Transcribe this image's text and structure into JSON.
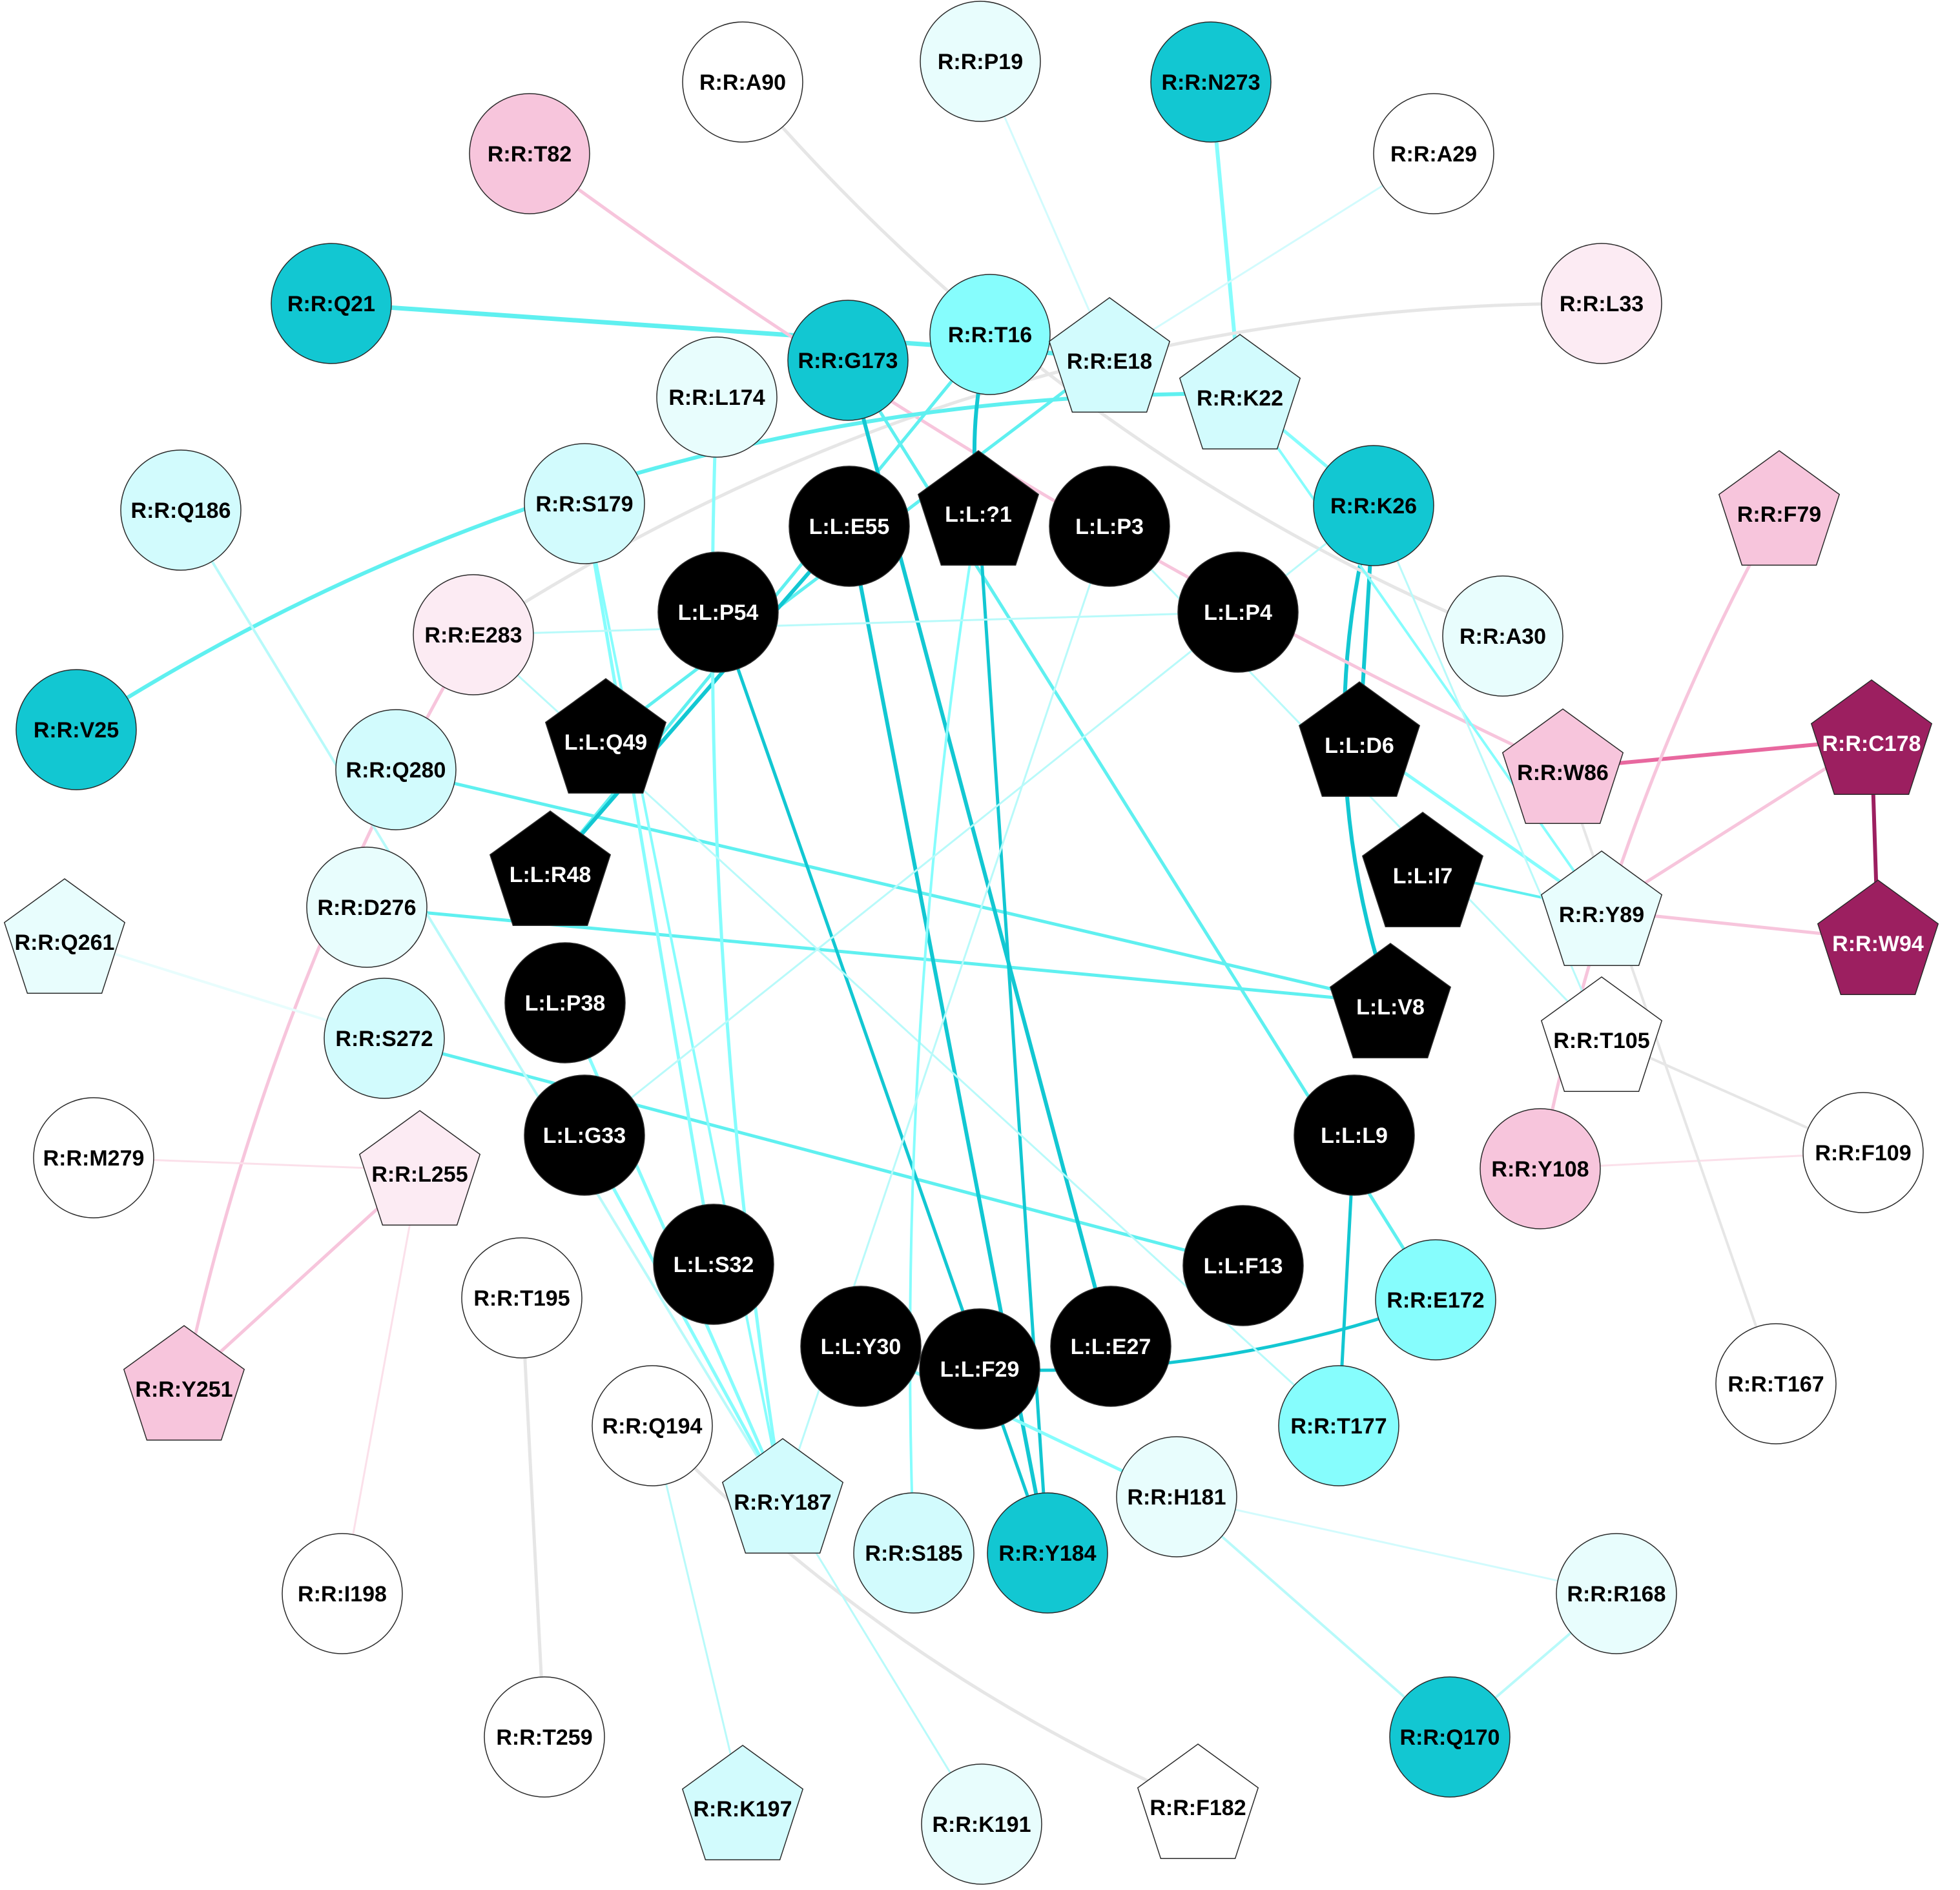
{
  "colors": {
    "black": "#000000",
    "teal_dark": "#12c7d2",
    "teal_mid": "#86fdfd",
    "teal_light": "#d2fbfd",
    "teal_pale": "#e8fdfd",
    "pink_mid": "#f7c5dc",
    "pink_pale": "#fcebf3",
    "magenta_dark": "#9c1f60",
    "white": "#ffffff"
  },
  "nodes": [
    {
      "id": "L:L:?1",
      "label": "L:L:?1",
      "shape": "pentagon",
      "fill": "black"
    },
    {
      "id": "L:L:P3",
      "label": "L:L:P3",
      "shape": "circle",
      "fill": "black"
    },
    {
      "id": "L:L:P4",
      "label": "L:L:P4",
      "shape": "circle",
      "fill": "black"
    },
    {
      "id": "L:L:D6",
      "label": "L:L:D6",
      "shape": "pentagon",
      "fill": "black"
    },
    {
      "id": "L:L:I7",
      "label": "L:L:I7",
      "shape": "pentagon",
      "fill": "black"
    },
    {
      "id": "L:L:V8",
      "label": "L:L:V8",
      "shape": "pentagon",
      "fill": "black"
    },
    {
      "id": "L:L:L9",
      "label": "L:L:L9",
      "shape": "circle",
      "fill": "black"
    },
    {
      "id": "L:L:F13",
      "label": "L:L:F13",
      "shape": "circle",
      "fill": "black"
    },
    {
      "id": "L:L:E27",
      "label": "L:L:E27",
      "shape": "circle",
      "fill": "black"
    },
    {
      "id": "L:L:F29",
      "label": "L:L:F29",
      "shape": "circle",
      "fill": "black"
    },
    {
      "id": "L:L:Y30",
      "label": "L:L:Y30",
      "shape": "circle",
      "fill": "black"
    },
    {
      "id": "L:L:S32",
      "label": "L:L:S32",
      "shape": "circle",
      "fill": "black"
    },
    {
      "id": "L:L:G33",
      "label": "L:L:G33",
      "shape": "circle",
      "fill": "black"
    },
    {
      "id": "L:L:P38",
      "label": "L:L:P38",
      "shape": "circle",
      "fill": "black"
    },
    {
      "id": "L:L:R48",
      "label": "L:L:R48",
      "shape": "pentagon",
      "fill": "black"
    },
    {
      "id": "L:L:Q49",
      "label": "L:L:Q49",
      "shape": "pentagon",
      "fill": "black"
    },
    {
      "id": "L:L:P54",
      "label": "L:L:P54",
      "shape": "circle",
      "fill": "black"
    },
    {
      "id": "L:L:E55",
      "label": "L:L:E55",
      "shape": "circle",
      "fill": "black"
    },
    {
      "id": "R:R:A90",
      "label": "R:R:A90",
      "shape": "circle",
      "fill": "white"
    },
    {
      "id": "R:R:P19",
      "label": "R:R:P19",
      "shape": "circle",
      "fill": "teal_pale"
    },
    {
      "id": "R:R:N273",
      "label": "R:R:N273",
      "shape": "circle",
      "fill": "teal_dark"
    },
    {
      "id": "R:R:T82",
      "label": "R:R:T82",
      "shape": "circle",
      "fill": "pink_mid"
    },
    {
      "id": "R:R:A29",
      "label": "R:R:A29",
      "shape": "circle",
      "fill": "white"
    },
    {
      "id": "R:R:Q21",
      "label": "R:R:Q21",
      "shape": "circle",
      "fill": "teal_dark"
    },
    {
      "id": "R:R:L33",
      "label": "R:R:L33",
      "shape": "circle",
      "fill": "pink_pale"
    },
    {
      "id": "R:R:G173",
      "label": "R:R:G173",
      "shape": "circle",
      "fill": "teal_dark"
    },
    {
      "id": "R:R:T16",
      "label": "R:R:T16",
      "shape": "circle",
      "fill": "teal_mid"
    },
    {
      "id": "R:R:E18",
      "label": "R:R:E18",
      "shape": "pentagon",
      "fill": "teal_light"
    },
    {
      "id": "R:R:K22",
      "label": "R:R:K22",
      "shape": "pentagon",
      "fill": "teal_light"
    },
    {
      "id": "R:R:L174",
      "label": "R:R:L174",
      "shape": "circle",
      "fill": "teal_pale"
    },
    {
      "id": "R:R:Q186",
      "label": "R:R:Q186",
      "shape": "circle",
      "fill": "teal_light"
    },
    {
      "id": "R:R:S179",
      "label": "R:R:S179",
      "shape": "circle",
      "fill": "teal_light"
    },
    {
      "id": "R:R:K26",
      "label": "R:R:K26",
      "shape": "circle",
      "fill": "teal_dark"
    },
    {
      "id": "R:R:F79",
      "label": "R:R:F79",
      "shape": "pentagon",
      "fill": "pink_mid"
    },
    {
      "id": "R:R:E283",
      "label": "R:R:E283",
      "shape": "circle",
      "fill": "pink_pale"
    },
    {
      "id": "R:R:A30",
      "label": "R:R:A30",
      "shape": "circle",
      "fill": "teal_pale"
    },
    {
      "id": "R:R:V25",
      "label": "R:R:V25",
      "shape": "circle",
      "fill": "teal_dark"
    },
    {
      "id": "R:R:C178",
      "label": "R:R:C178",
      "shape": "pentagon",
      "fill": "magenta_dark"
    },
    {
      "id": "R:R:Q280",
      "label": "R:R:Q280",
      "shape": "circle",
      "fill": "teal_light"
    },
    {
      "id": "R:R:W86",
      "label": "R:R:W86",
      "shape": "pentagon",
      "fill": "pink_mid"
    },
    {
      "id": "R:R:D276",
      "label": "R:R:D276",
      "shape": "circle",
      "fill": "teal_pale"
    },
    {
      "id": "R:R:Y89",
      "label": "R:R:Y89",
      "shape": "pentagon",
      "fill": "teal_pale"
    },
    {
      "id": "R:R:W94",
      "label": "R:R:W94",
      "shape": "pentagon",
      "fill": "magenta_dark"
    },
    {
      "id": "R:R:Q261",
      "label": "R:R:Q261",
      "shape": "pentagon",
      "fill": "teal_pale"
    },
    {
      "id": "R:R:S272",
      "label": "R:R:S272",
      "shape": "circle",
      "fill": "teal_light"
    },
    {
      "id": "R:R:T105",
      "label": "R:R:T105",
      "shape": "pentagon",
      "fill": "white"
    },
    {
      "id": "R:R:M279",
      "label": "R:R:M279",
      "shape": "circle",
      "fill": "white"
    },
    {
      "id": "R:R:L255",
      "label": "R:R:L255",
      "shape": "pentagon",
      "fill": "pink_pale"
    },
    {
      "id": "R:R:Y108",
      "label": "R:R:Y108",
      "shape": "circle",
      "fill": "pink_mid"
    },
    {
      "id": "R:R:F109",
      "label": "R:R:F109",
      "shape": "circle",
      "fill": "white"
    },
    {
      "id": "R:R:T195",
      "label": "R:R:T195",
      "shape": "circle",
      "fill": "white"
    },
    {
      "id": "R:R:E172",
      "label": "R:R:E172",
      "shape": "circle",
      "fill": "teal_mid"
    },
    {
      "id": "R:R:Y251",
      "label": "R:R:Y251",
      "shape": "pentagon",
      "fill": "pink_mid"
    },
    {
      "id": "R:R:Q194",
      "label": "R:R:Q194",
      "shape": "circle",
      "fill": "white"
    },
    {
      "id": "R:R:T177",
      "label": "R:R:T177",
      "shape": "circle",
      "fill": "teal_mid"
    },
    {
      "id": "R:R:T167",
      "label": "R:R:T167",
      "shape": "circle",
      "fill": "white"
    },
    {
      "id": "R:R:Y187",
      "label": "R:R:Y187",
      "shape": "pentagon",
      "fill": "teal_light"
    },
    {
      "id": "R:R:H181",
      "label": "R:R:H181",
      "shape": "circle",
      "fill": "teal_pale"
    },
    {
      "id": "R:R:S185",
      "label": "R:R:S185",
      "shape": "circle",
      "fill": "teal_light"
    },
    {
      "id": "R:R:Y184",
      "label": "R:R:Y184",
      "shape": "circle",
      "fill": "teal_dark"
    },
    {
      "id": "R:R:I198",
      "label": "R:R:I198",
      "shape": "circle",
      "fill": "white"
    },
    {
      "id": "R:R:R168",
      "label": "R:R:R168",
      "shape": "circle",
      "fill": "teal_pale"
    },
    {
      "id": "R:R:T259",
      "label": "R:R:T259",
      "shape": "circle",
      "fill": "white"
    },
    {
      "id": "R:R:Q170",
      "label": "R:R:Q170",
      "shape": "circle",
      "fill": "teal_dark"
    },
    {
      "id": "R:R:K197",
      "label": "R:R:K197",
      "shape": "pentagon",
      "fill": "teal_light"
    },
    {
      "id": "R:R:K191",
      "label": "R:R:K191",
      "shape": "circle",
      "fill": "teal_pale"
    },
    {
      "id": "R:R:F182",
      "label": "R:R:F182",
      "shape": "pentagon",
      "fill": "white"
    }
  ],
  "edges": [
    [
      "R:R:Q21",
      "R:R:E18",
      "#5ff0f0",
      7,
      0
    ],
    [
      "R:R:N273",
      "R:R:K22",
      "#86fdfd",
      6,
      0
    ],
    [
      "R:R:K22",
      "R:R:K26",
      "#86fdfd",
      5,
      0
    ],
    [
      "R:R:K26",
      "L:L:D6",
      "#12c7d2",
      6,
      0
    ],
    [
      "R:R:K26",
      "L:L:V8",
      "#12c7d2",
      6,
      0.15
    ],
    [
      "R:R:W86",
      "R:R:C178",
      "#e8689f",
      6,
      0
    ],
    [
      "R:R:C178",
      "R:R:W94",
      "#9c1f60",
      6,
      0
    ],
    [
      "R:R:C178",
      "R:R:Y89",
      "#f7c5dc",
      5,
      0
    ],
    [
      "R:R:Y89",
      "R:R:W94",
      "#f7c5dc",
      5,
      0
    ],
    [
      "R:R:F79",
      "R:R:Y108",
      "#f7c5dc",
      5,
      0.08
    ],
    [
      "R:R:Y108",
      "R:R:F109",
      "#fbe0ea",
      3,
      0
    ],
    [
      "R:R:T105",
      "R:R:F109",
      "#e6e6e6",
      4,
      0
    ],
    [
      "R:R:W86",
      "R:R:T167",
      "#e6e6e6",
      4,
      0
    ],
    [
      "R:R:T82",
      "R:R:W86",
      "#f7c5dc",
      5,
      0.05
    ],
    [
      "R:R:A90",
      "R:R:A30",
      "#e6e6e6",
      5,
      0.12
    ],
    [
      "R:R:L33",
      "R:R:E283",
      "#e6e6e6",
      5,
      0.15
    ],
    [
      "R:R:E283",
      "R:R:Y251",
      "#f7c5dc",
      5,
      0.08
    ],
    [
      "R:R:L255",
      "R:R:Y251",
      "#f7c5dc",
      5,
      0
    ],
    [
      "R:R:M279",
      "R:R:L255",
      "#fbe0ea",
      3,
      0
    ],
    [
      "R:R:L255",
      "R:R:I198",
      "#fbe0ea",
      3,
      0
    ],
    [
      "R:R:T195",
      "R:R:T259",
      "#e6e6e6",
      5,
      0
    ],
    [
      "R:R:Q194",
      "R:R:F182",
      "#e6e6e6",
      5,
      0.1
    ],
    [
      "R:R:Q261",
      "R:R:S272",
      "#e8fdfd",
      4,
      0
    ],
    [
      "R:R:S272",
      "L:L:F13",
      "#5ff0f0",
      5,
      0
    ],
    [
      "R:R:Q280",
      "L:L:V8",
      "#5ff0f0",
      5,
      0
    ],
    [
      "R:R:D276",
      "L:L:V8",
      "#5ff0f0",
      5,
      0
    ],
    [
      "R:R:V25",
      "R:R:K22",
      "#5ff0f0",
      6,
      -0.15
    ],
    [
      "R:R:T16",
      "L:L:?1",
      "#12c7d2",
      6,
      0.1
    ],
    [
      "R:R:T16",
      "L:L:R48",
      "#5ff0f0",
      5,
      0
    ],
    [
      "R:R:E18",
      "L:L:Q49",
      "#5ff0f0",
      5,
      0
    ],
    [
      "L:L:E55",
      "L:L:R48",
      "#12c7d2",
      6,
      0
    ],
    [
      "R:R:G173",
      "L:L:E27",
      "#12c7d2",
      6,
      0
    ],
    [
      "R:R:G173",
      "R:R:E172",
      "#5ff0f0",
      5,
      0
    ],
    [
      "L:L:E55",
      "R:R:Y184",
      "#12c7d2",
      6,
      0
    ],
    [
      "L:L:P54",
      "R:R:Y184",
      "#12c7d2",
      5,
      0
    ],
    [
      "L:L:?1",
      "R:R:Y184",
      "#12c7d2",
      5,
      0
    ],
    [
      "L:L:L9",
      "R:R:T177",
      "#12c7d2",
      5,
      0
    ],
    [
      "L:L:F29",
      "R:R:E172",
      "#12c7d2",
      5,
      0.1
    ],
    [
      "R:R:L174",
      "R:R:Y187",
      "#86fdfd",
      5,
      0.05
    ],
    [
      "R:R:S179",
      "L:L:S32",
      "#86fdfd",
      5,
      0
    ],
    [
      "R:R:S179",
      "R:R:Y187",
      "#86fdfd",
      4,
      0
    ],
    [
      "R:R:Q186",
      "R:R:Y187",
      "#b8fafa",
      4,
      0
    ],
    [
      "R:R:E283",
      "R:R:T177",
      "#b8fafa",
      3,
      0
    ],
    [
      "L:L:Y30",
      "R:R:H181",
      "#86fdfd",
      5,
      0
    ],
    [
      "L:L:G33",
      "R:R:Y187",
      "#86fdfd",
      5,
      0
    ],
    [
      "L:L:P38",
      "R:R:Y187",
      "#86fdfd",
      5,
      0
    ],
    [
      "R:R:K22",
      "R:R:Y89",
      "#86fdfd",
      4,
      0
    ],
    [
      "L:L:D6",
      "R:R:Y89",
      "#86fdfd",
      5,
      0
    ],
    [
      "L:L:I7",
      "R:R:Y89",
      "#5ff0f0",
      4,
      0
    ],
    [
      "R:R:K26",
      "R:R:T105",
      "#b8fafa",
      3,
      0
    ],
    [
      "L:L:P3",
      "R:R:T105",
      "#b8fafa",
      3,
      0
    ],
    [
      "R:R:H181",
      "R:R:Q170",
      "#b8fafa",
      4,
      0
    ],
    [
      "R:R:R168",
      "R:R:Q170",
      "#b8fafa",
      4,
      0
    ],
    [
      "R:R:H181",
      "R:R:R168",
      "#d2fbfd",
      3,
      0
    ],
    [
      "R:R:Y187",
      "R:R:K191",
      "#b8fafa",
      3,
      0
    ],
    [
      "R:R:Q194",
      "R:R:K197",
      "#b8fafa",
      3,
      0
    ],
    [
      "R:R:P19",
      "R:R:E18",
      "#d2fbfd",
      3,
      0
    ],
    [
      "R:R:A29",
      "R:R:E18",
      "#d2fbfd",
      3,
      0
    ],
    [
      "L:L:?1",
      "R:R:S185",
      "#86fdfd",
      4,
      0.05
    ],
    [
      "L:L:P4",
      "R:R:E283",
      "#b8fafa",
      3,
      0
    ],
    [
      "R:R:K26",
      "L:L:G33",
      "#b8fafa",
      3,
      0
    ],
    [
      "L:L:P3",
      "R:R:Y187",
      "#b8fafa",
      3,
      0
    ]
  ]
}
